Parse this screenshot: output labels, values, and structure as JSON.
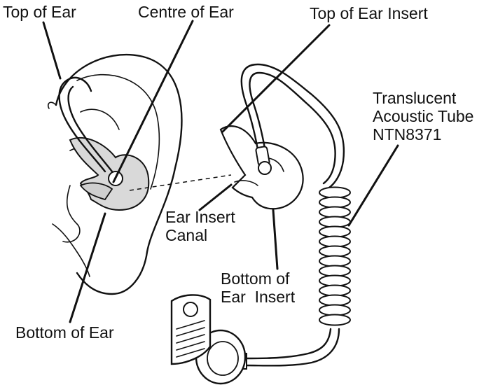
{
  "labels": {
    "top_of_ear": "Top of Ear",
    "centre_of_ear": "Centre of Ear",
    "top_of_ear_insert": "Top of Ear Insert",
    "acoustic_tube_line1": "Translucent",
    "acoustic_tube_line2": "Acoustic Tube",
    "acoustic_tube_line3": "NTN8371",
    "ear_insert_canal_line1": "Ear Insert",
    "ear_insert_canal_line2": "Canal",
    "bottom_of_insert_line1": "Bottom of",
    "bottom_of_insert_line2": "Ear  Insert",
    "bottom_of_ear": "Bottom of Ear"
  },
  "colors": {
    "ink": "#111111",
    "insert_fill": "#d9d9d9",
    "background": "#ffffff"
  }
}
